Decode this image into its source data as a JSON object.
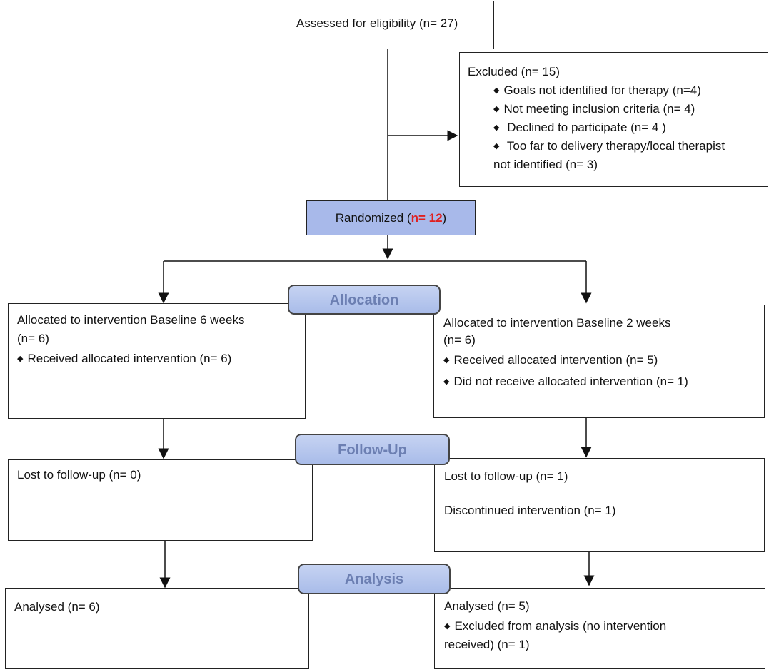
{
  "assessed": "Assessed for eligibility (n= 27)",
  "excluded": {
    "title": "Excluded (n= 15)",
    "items": [
      "Goals not identified for therapy (n=4)",
      "Not meeting inclusion criteria (n= 4)",
      " Declined to participate (n= 4 )",
      " Too far to delivery therapy/local therapist",
      "not identified (n= 3)"
    ]
  },
  "randomized": {
    "label": "Randomized (",
    "count": "n= 12",
    "close": ")"
  },
  "stages": {
    "allocation": "Allocation",
    "followup": "Follow-Up",
    "analysis": "Analysis"
  },
  "left": {
    "allocation": [
      "Allocated to intervention Baseline 6 weeks",
      " (n= 6)",
      "Received allocated intervention (n= 6)"
    ],
    "followup": "Lost to follow-up (n= 0)",
    "analysis": "Analysed (n= 6)"
  },
  "right": {
    "allocation": [
      "Allocated to intervention Baseline 2 weeks",
      " (n= 6)",
      "Received allocated intervention (n= 5)",
      "Did not receive allocated intervention (n= 1)"
    ],
    "followup": [
      "Lost to follow-up (n= 1)",
      "Discontinued intervention (n= 1)"
    ],
    "analysis": [
      "Analysed (n= 5)",
      "Excluded from analysis (no intervention",
      "received) (n= 1)"
    ]
  },
  "bullet_glyph": "◆"
}
